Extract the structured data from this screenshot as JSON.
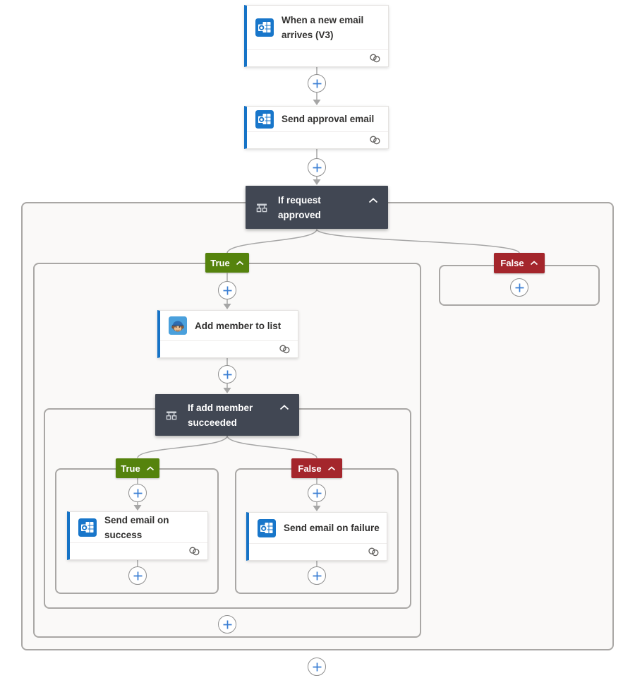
{
  "colors": {
    "accent_blue": "#1673c6",
    "condition_header_bg": "#414753",
    "true_badge_green": "#55830d",
    "false_badge_red": "#a4262c",
    "connector_gray": "#a6a6a6",
    "plus_icon_blue": "#3b7fd4",
    "scope_background": "#faf9f8"
  },
  "nodes": {
    "trigger": {
      "title": "When a new email arrives (V3)",
      "icon": "outlook-icon"
    },
    "send_approval": {
      "title": "Send approval email",
      "icon": "outlook-icon"
    },
    "if_request_approved": {
      "title": "If request approved",
      "icon": "condition-icon"
    },
    "add_member": {
      "title": "Add member to list",
      "icon": "mailchimp-icon"
    },
    "if_add_member_succeeded": {
      "title": "If add member succeeded",
      "icon": "condition-icon"
    },
    "send_on_success": {
      "title": "Send email on success",
      "icon": "outlook-icon"
    },
    "send_on_failure": {
      "title": "Send email on failure",
      "icon": "outlook-icon"
    }
  },
  "badges": {
    "true": "True",
    "false": "False"
  }
}
